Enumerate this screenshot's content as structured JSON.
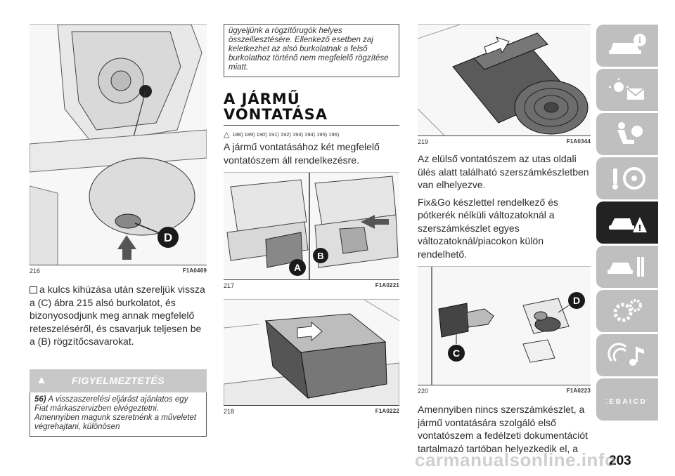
{
  "col1": {
    "fig216": {
      "num": "216",
      "code": "F1A0469",
      "label_d": "D"
    },
    "para": "a kulcs kihúzása után szereljük vissza a (C) ábra 215 alsó burkolatot, és bizonyosodjunk meg annak megfelelő reteszeléséről, és csavarjuk teljesen be a (B) rögzítőcsavarokat.",
    "warning_title": "FIGYELMEZTETÉS",
    "warning_num": "56)",
    "warning_text": "A visszaszerelési eljárást ajánlatos egy Fiat márkaszervizben elvégeztetni. Amennyiben magunk szeretnénk a műveletet végrehajtani, különösen"
  },
  "col2": {
    "cont_text": "ügyeljünk a rögzítőrugók helyes összeillesztésére. Ellenkező esetben zaj keletkezhet az alsó burkolatnak a felső burkolathoz történő nem megfelelő rögzítése miatt.",
    "title_line1": "A JÁRMŰ",
    "title_line2": "VONTATÁSA",
    "refs": "188) 189) 190) 191) 192) 193) 194) 195) 196)",
    "intro": "A jármű vontatásához két megfelelő vontatószem áll rendelkezésre.",
    "fig217": {
      "num": "217",
      "code": "F1A0221",
      "label_a": "A",
      "label_b": "B"
    },
    "fig218": {
      "num": "218",
      "code": "F1A0222"
    }
  },
  "col3": {
    "fig219": {
      "num": "219",
      "code": "F1A0344"
    },
    "para1": "Az elülső vontatószem az utas oldali ülés alatt található szerszámkészletben van elhelyezve.",
    "para2": "Fix&Go készlettel rendelkező és pótkerék nélküli változatoknál a szerszámkészlet egyes változatoknál/piacokon külön rendelhető.",
    "fig220": {
      "num": "220",
      "code": "F1A0223",
      "label_c": "C",
      "label_d": "D"
    },
    "para3": "Amennyiben nincs szerszámkészlet, a jármű vontatására szolgáló első vontatószem a fedélzeti dokumentációt tartalmazó tartóban helyezkedik el, a"
  },
  "sidebar": {
    "tabs": [
      "car-info-icon",
      "warning-lights-icon",
      "airbag-seat-icon",
      "key-steering-icon",
      "emergency-tow-icon",
      "car-tools-icon",
      "gears-icon",
      "media-music-icon",
      "alphabetical-index-icon"
    ],
    "active_index": 4,
    "index_letters": "Z E B A I C D T"
  },
  "page_number": "203",
  "watermark": "carmanualsonline.info"
}
